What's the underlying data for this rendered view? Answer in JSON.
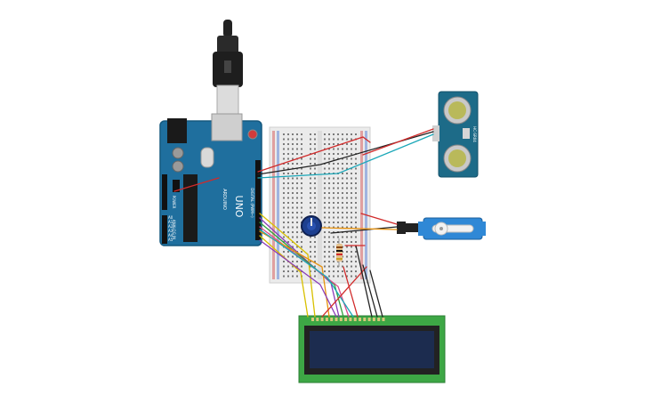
{
  "arduino": {
    "board_text": "UNO",
    "brand_text": "ARDUINO",
    "digital_label": "DIGITAL (PWM~)",
    "power_label": "POWER",
    "analog_label": "ANALOG IN",
    "analog_pins": [
      "A0",
      "A1",
      "A2",
      "A3",
      "A4",
      "A5"
    ]
  },
  "ultrasonic": {
    "module_text": "HC-SR04"
  },
  "colors": {
    "arduino_blue": "#1f6f9e",
    "breadboard": "#ebebeb",
    "sensor_blue": "#1d6b88",
    "lcd_green": "#3da745",
    "lcd_screen": "#1c2c4f",
    "wire_red": "#d12a2a",
    "wire_black": "#222222",
    "wire_teal": "#1aa7b8",
    "wire_orange": "#e8920d",
    "wire_yellow": "#d8c000",
    "wire_purple": "#8a3bb8",
    "wire_green": "#2f9f3a",
    "wire_pink": "#d94a8c"
  },
  "icons": [
    "usb-cable-icon",
    "potentiometer-knob-icon",
    "resistor-icon",
    "servo-horn-icon"
  ]
}
